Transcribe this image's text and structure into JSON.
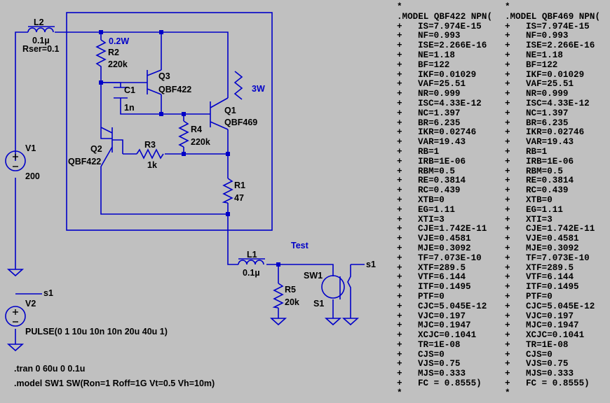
{
  "components": {
    "L2": {
      "name": "L2",
      "value": "0.1µ",
      "extra": "Rser=0.1"
    },
    "V1": {
      "name": "V1",
      "value": "200"
    },
    "V2": {
      "name": "V2",
      "value": "PULSE(0 1 10u 10n 10n 20u 40u 1)",
      "net": "s1"
    },
    "R2": {
      "name": "R2",
      "value": "220k"
    },
    "Q3": {
      "name": "Q3",
      "model": "QBF422"
    },
    "C1": {
      "name": "C1",
      "value": "1n"
    },
    "Q2": {
      "name": "Q2",
      "model": "QBF422"
    },
    "R3": {
      "name": "R3",
      "value": "1k"
    },
    "R4": {
      "name": "R4",
      "value": "220k"
    },
    "Q1": {
      "name": "Q1",
      "model": "QBF469"
    },
    "R1": {
      "name": "R1",
      "value": "47"
    },
    "L1": {
      "name": "L1",
      "value": "0.1µ"
    },
    "R5": {
      "name": "R5",
      "value": "20k"
    },
    "SW1": {
      "name": "SW1",
      "model": "S1",
      "net": "s1"
    }
  },
  "annotations": {
    "power_small": "0.2W",
    "power_large": "3W",
    "test": "Test"
  },
  "directives": [
    ".tran 0 60u 0 0.1u",
    ".model SW1 SW(Ron=1 Roff=1G Vt=0.5 Vh=10m)"
  ],
  "models": [
    {
      "header": ".MODEL QBF422 NPN(",
      "params": [
        "IS=7.974E-15",
        "NF=0.993",
        "ISE=2.266E-16",
        "NE=1.18",
        "BF=122",
        "IKF=0.01029",
        "VAF=25.51",
        "NR=0.999",
        "ISC=4.33E-12",
        "NC=1.397",
        "BR=6.235",
        "IKR=0.02746",
        "VAR=19.43",
        "RB=1",
        "IRB=1E-06",
        "RBM=0.5",
        "RE=0.3814",
        "RC=0.439",
        "XTB=0",
        "EG=1.11",
        "XTI=3",
        "CJE=1.742E-11",
        "VJE=0.4581",
        "MJE=0.3092",
        "TF=7.073E-10",
        "XTF=289.5",
        "VTF=6.144",
        "ITF=0.1495",
        "PTF=0",
        "CJC=5.045E-12",
        "VJC=0.197",
        "MJC=0.1947",
        "XCJC=0.1041",
        "TR=1E-08",
        "CJS=0",
        "VJS=0.75",
        "MJS=0.333",
        "FC = 0.8555)"
      ]
    },
    {
      "header": ".MODEL QBF469 NPN(",
      "params": [
        "IS=7.974E-15",
        "NF=0.993",
        "ISE=2.266E-16",
        "NE=1.18",
        "BF=122",
        "IKF=0.01029",
        "VAF=25.51",
        "NR=0.999",
        "ISC=4.33E-12",
        "NC=1.397",
        "BR=6.235",
        "IKR=0.02746",
        "VAR=19.43",
        "RB=1",
        "IRB=1E-06",
        "RBM=0.5",
        "RE=0.3814",
        "RC=0.439",
        "XTB=0",
        "EG=1.11",
        "XTI=3",
        "CJE=1.742E-11",
        "VJE=0.4581",
        "MJE=0.3092",
        "TF=7.073E-10",
        "XTF=289.5",
        "VTF=6.144",
        "ITF=0.1495",
        "PTF=0",
        "CJC=5.045E-12",
        "VJC=0.197",
        "MJC=0.1947",
        "XCJC=0.1041",
        "TR=1E-08",
        "CJS=0",
        "VJS=0.75",
        "MJS=0.333",
        "FC = 0.8555)"
      ]
    }
  ],
  "plus_symbol": "+",
  "star_symbol": "*"
}
